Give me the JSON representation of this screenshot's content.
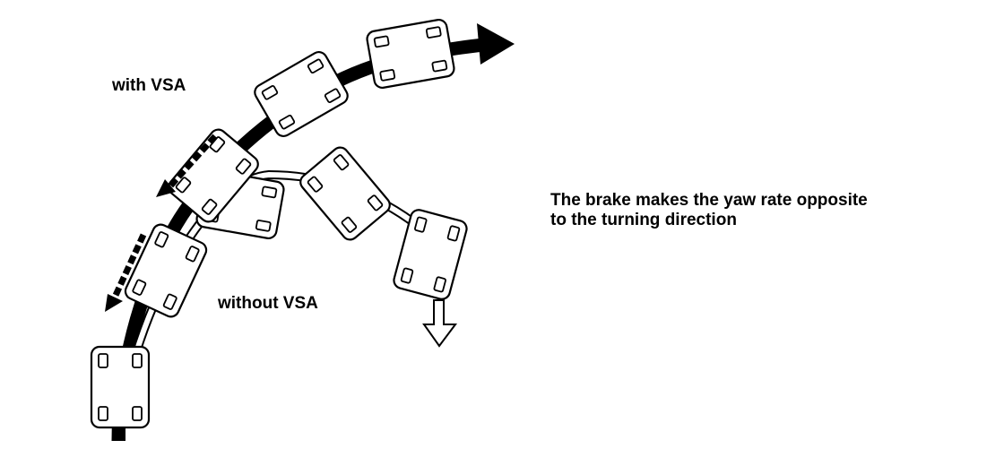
{
  "labels": {
    "with_vsa": "with VSA",
    "without_vsa": "without VSA",
    "caption_line1": "The brake makes the yaw rate opposite",
    "caption_line2": "to the turning direction"
  },
  "colors": {
    "ink": "#000000",
    "background": "#ffffff"
  }
}
